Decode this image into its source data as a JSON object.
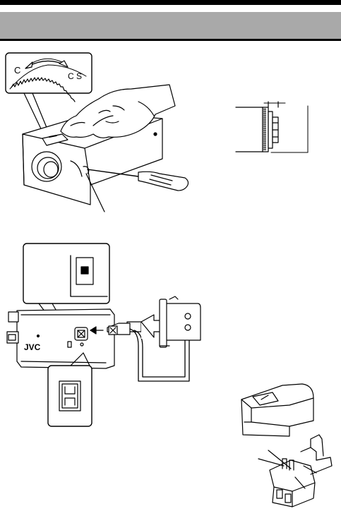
{
  "header": {
    "title": ""
  },
  "figures": {
    "focus_dial": {
      "left_mark": "C",
      "right_mark": "C S"
    },
    "camera_logo": "JVC"
  }
}
